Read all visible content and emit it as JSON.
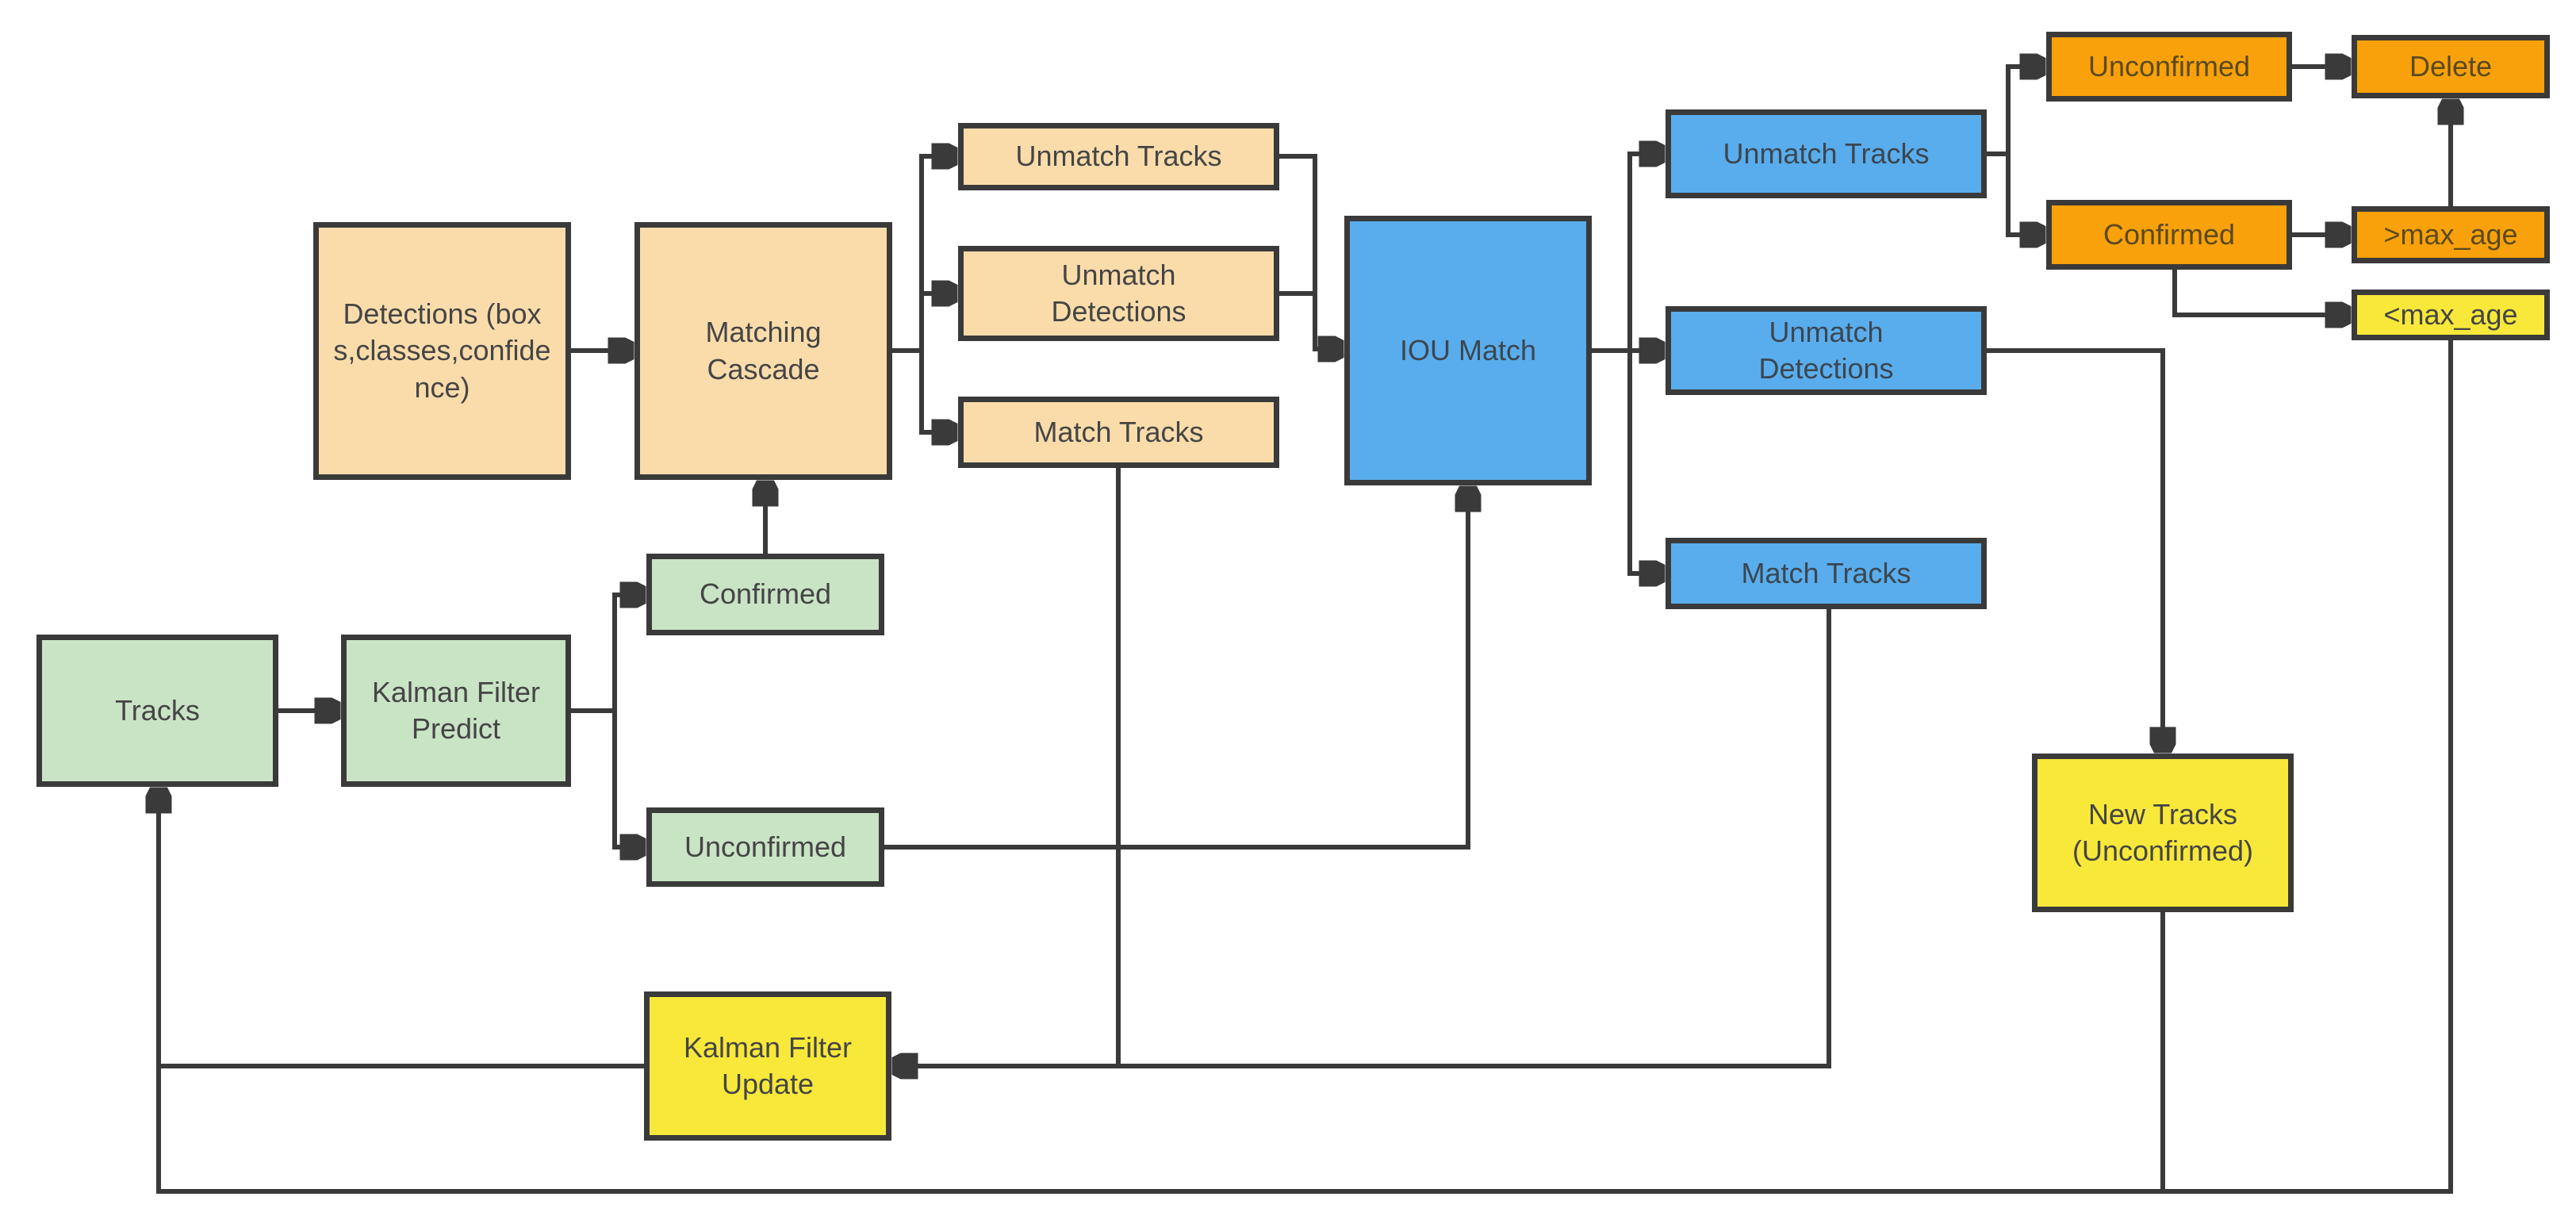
{
  "diagram": {
    "title": "DeepSORT tracking pipeline flowchart",
    "palette": {
      "tan_fill": "#fadcab",
      "blue_fill": "#59adec",
      "green_fill": "#c9e4c5",
      "orange_fill": "#f9a10a",
      "yellow_fill": "#f8e83a",
      "border": "#3a3a3a",
      "line": "#3a3a3a",
      "text": "#454545",
      "background": "#ffffff"
    },
    "nodes": [
      {
        "id": "detections",
        "label": "Detections (boxs,classes,confidence)",
        "color": "tan"
      },
      {
        "id": "matching-cascade",
        "label": "Matching Cascade",
        "color": "tan"
      },
      {
        "id": "unmatch-tracks-tan",
        "label": "Unmatch Tracks",
        "color": "tan"
      },
      {
        "id": "unmatch-detections-tan",
        "label": "Unmatch Detections",
        "color": "tan"
      },
      {
        "id": "match-tracks-tan",
        "label": "Match Tracks",
        "color": "tan"
      },
      {
        "id": "iou-match",
        "label": "IOU Match",
        "color": "blue"
      },
      {
        "id": "unmatch-tracks-blue",
        "label": "Unmatch Tracks",
        "color": "blue"
      },
      {
        "id": "unmatch-detections-blue",
        "label": "Unmatch Detections",
        "color": "blue"
      },
      {
        "id": "match-tracks-blue",
        "label": "Match Tracks",
        "color": "blue"
      },
      {
        "id": "unconfirmed-orange",
        "label": "Unconfirmed",
        "color": "orange"
      },
      {
        "id": "delete",
        "label": "Delete",
        "color": "orange"
      },
      {
        "id": "confirmed-orange",
        "label": "Confirmed",
        "color": "orange"
      },
      {
        "id": "gt-max-age",
        "label": ">max_age",
        "color": "orange"
      },
      {
        "id": "lt-max-age",
        "label": "<max_age",
        "color": "yellow"
      },
      {
        "id": "tracks",
        "label": "Tracks",
        "color": "green"
      },
      {
        "id": "kalman-filter-predict",
        "label": "Kalman Filter Predict",
        "color": "green"
      },
      {
        "id": "confirmed-green",
        "label": "Confirmed",
        "color": "green"
      },
      {
        "id": "unconfirmed-green",
        "label": "Unconfirmed",
        "color": "green"
      },
      {
        "id": "kalman-filter-update",
        "label": "Kalman Filter Update",
        "color": "yellow"
      },
      {
        "id": "new-tracks-unconfirmed",
        "label": "New Tracks (Unconfirmed)",
        "color": "yellow"
      }
    ],
    "edges": [
      {
        "from": "detections",
        "to": "matching-cascade"
      },
      {
        "from": "confirmed-green",
        "to": "matching-cascade"
      },
      {
        "from": "matching-cascade",
        "to": "unmatch-tracks-tan"
      },
      {
        "from": "matching-cascade",
        "to": "unmatch-detections-tan"
      },
      {
        "from": "matching-cascade",
        "to": "match-tracks-tan"
      },
      {
        "from": "unmatch-tracks-tan",
        "to": "iou-match"
      },
      {
        "from": "unmatch-detections-tan",
        "to": "iou-match"
      },
      {
        "from": "unconfirmed-green",
        "to": "iou-match"
      },
      {
        "from": "iou-match",
        "to": "unmatch-tracks-blue"
      },
      {
        "from": "iou-match",
        "to": "unmatch-detections-blue"
      },
      {
        "from": "iou-match",
        "to": "match-tracks-blue"
      },
      {
        "from": "unmatch-tracks-blue",
        "to": "unconfirmed-orange"
      },
      {
        "from": "unmatch-tracks-blue",
        "to": "confirmed-orange"
      },
      {
        "from": "unconfirmed-orange",
        "to": "delete"
      },
      {
        "from": "confirmed-orange",
        "to": "gt-max-age"
      },
      {
        "from": "gt-max-age",
        "to": "delete"
      },
      {
        "from": "confirmed-orange",
        "to": "lt-max-age"
      },
      {
        "from": "unmatch-detections-blue",
        "to": "new-tracks-unconfirmed"
      },
      {
        "from": "match-tracks-tan",
        "to": "kalman-filter-update"
      },
      {
        "from": "match-tracks-blue",
        "to": "kalman-filter-update"
      },
      {
        "from": "kalman-filter-update",
        "to": "tracks"
      },
      {
        "from": "lt-max-age",
        "to": "tracks"
      },
      {
        "from": "new-tracks-unconfirmed",
        "to": "tracks"
      },
      {
        "from": "tracks",
        "to": "kalman-filter-predict"
      },
      {
        "from": "kalman-filter-predict",
        "to": "confirmed-green"
      },
      {
        "from": "kalman-filter-predict",
        "to": "unconfirmed-green"
      }
    ]
  }
}
